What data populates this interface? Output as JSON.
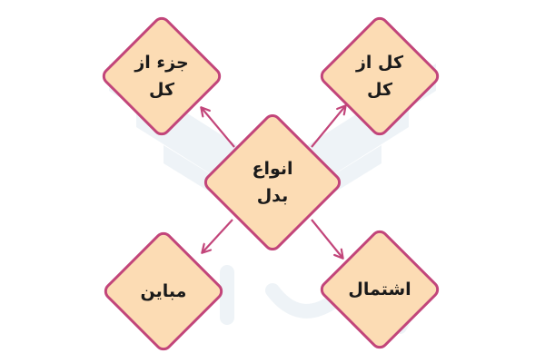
{
  "colors": {
    "node_fill": "#fcdcb4",
    "node_border": "#c2457a",
    "connector": "#c2457a",
    "watermark": "#eef2f6"
  },
  "center": {
    "line1": "انواع",
    "line2": "بدل"
  },
  "nodes": {
    "top_left": {
      "line1": "جزء از",
      "line2": "کل"
    },
    "top_right": {
      "line1": "کل از",
      "line2": "کل"
    },
    "bottom_left": {
      "line1": "مباین"
    },
    "bottom_right": {
      "line1": "اشتمال"
    }
  }
}
